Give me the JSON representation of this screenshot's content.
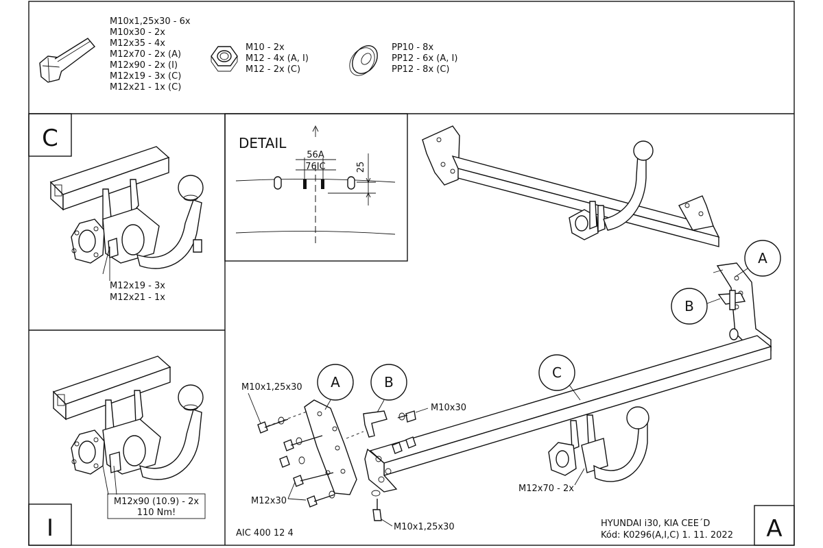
{
  "hardware": {
    "bolts": [
      "M10x1,25x30 - 6x",
      "M10x30 - 2x",
      "M12x35 - 4x",
      "M12x70 - 2x (A)",
      "M12x90 - 2x (I)",
      "M12x19 - 3x (C)",
      "M12x21 - 1x (C)"
    ],
    "nuts": [
      "M10 - 2x",
      "M12 - 4x (A, I)",
      "M12 - 2x (C)"
    ],
    "washers": [
      "PP10 - 8x",
      "PP12 - 6x (A, I)",
      "PP12 - 8x (C)"
    ]
  },
  "panel_c": {
    "letter": "C",
    "labels": [
      "M12x19 - 3x",
      "M12x21 - 1x"
    ]
  },
  "detail": {
    "title": "DETAIL",
    "dim_56a": "56A",
    "dim_76ic": "76IC",
    "dim_25": "25"
  },
  "panel_i": {
    "letter": "I",
    "labels": [
      "M12x90 (10.9) - 2x",
      "110 Nm!"
    ]
  },
  "main": {
    "callouts": {
      "a_top": "A",
      "b_top": "B",
      "a_left": "A",
      "b_left": "B",
      "c_bar": "C"
    },
    "part_labels": {
      "m10x125x30_top": "M10x1,25x30",
      "m10x30": "M10x30",
      "m12x30": "M12x30",
      "m10x125x30_bottom": "M10x1,25x30",
      "m12x70": "M12x70 - 2x"
    },
    "drawing_number": "AIC 400 12 4",
    "vehicle": "HYUNDAI i30, KIA CEE´D",
    "code": "Kód: K0296(A,I,C)  1. 11. 2022",
    "corner_letter": "A"
  }
}
